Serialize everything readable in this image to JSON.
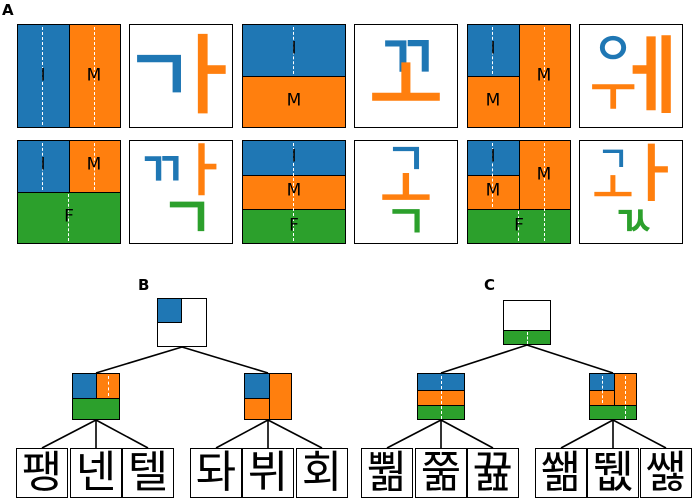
{
  "labels": {
    "a": "A",
    "b": "B",
    "c": "C"
  },
  "colors": {
    "initial": "#1f77b4",
    "medial": "#ff7f0e",
    "final": "#2ca02c",
    "outline": "#000000"
  },
  "segment_letters": {
    "initial": "I",
    "medial": "M",
    "final": "F"
  },
  "examples": [
    {
      "layout": "vertical",
      "syllable": "가",
      "parts": [
        "ㄱ",
        "ㅏ"
      ]
    },
    {
      "layout": "horizontal",
      "syllable": "꼬",
      "parts": [
        "ㄲ",
        "ㅗ"
      ]
    },
    {
      "layout": "mixed",
      "syllable": "웨",
      "parts": [
        "ㅇ",
        "ㅜ",
        "ㅔ"
      ]
    },
    {
      "layout": "vertical-final",
      "syllable": "깍",
      "parts": [
        "ㄲ",
        "ㅏ",
        "ㄱ"
      ]
    },
    {
      "layout": "horizontal-final",
      "syllable": "곡",
      "parts": [
        "ㄱ",
        "ㅗ",
        "ㄱ"
      ]
    },
    {
      "layout": "mixed-final",
      "syllable": "곿",
      "parts": [
        "ㄱ",
        "ㅗ",
        "ㅏ",
        "ㄳ"
      ]
    }
  ],
  "tree_b": {
    "leaves": [
      "팽",
      "넨",
      "텔",
      "돠",
      "뷔",
      "회"
    ]
  },
  "tree_c": {
    "leaves": [
      "뿲",
      "쭒",
      "뀶",
      "쐚",
      "뛦",
      "쌣"
    ]
  }
}
